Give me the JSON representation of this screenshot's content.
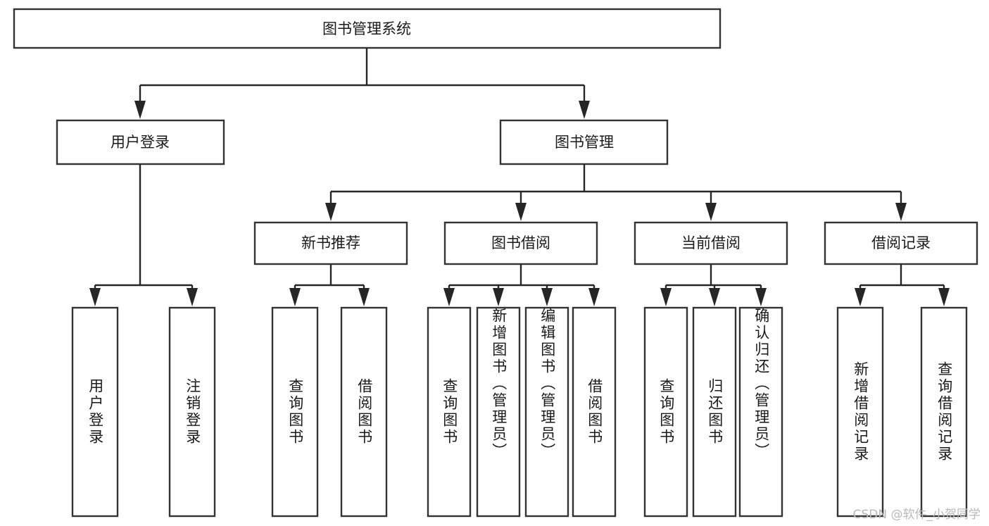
{
  "diagram": {
    "title_node": {
      "label": "图书管理系统"
    },
    "level2": [
      {
        "label": "用户登录"
      },
      {
        "label": "图书管理"
      }
    ],
    "level3": [
      {
        "label": "新书推荐"
      },
      {
        "label": "图书借阅"
      },
      {
        "label": "当前借阅"
      },
      {
        "label": "借阅记录"
      }
    ],
    "leaves": {
      "user_login": [
        {
          "label": "用户登录"
        },
        {
          "label": "注销登录"
        }
      ],
      "new_book_recommend": [
        {
          "label": "查询图书"
        },
        {
          "label": "借阅图书"
        }
      ],
      "book_borrow": [
        {
          "label": "查询图书"
        },
        {
          "label": "新增图书（管理员）"
        },
        {
          "label": "编辑图书（管理员）"
        },
        {
          "label": "借阅图书"
        }
      ],
      "current_borrow": [
        {
          "label": "查询图书"
        },
        {
          "label": "归还图书"
        },
        {
          "label": "确认归还（管理员）"
        }
      ],
      "borrow_record": [
        {
          "label": "新增借阅记录"
        },
        {
          "label": "查询借阅记录"
        }
      ]
    }
  },
  "watermark": {
    "text": "CSDN @软件_小贺同学"
  },
  "colors": {
    "box_stroke": "#333333",
    "connector": "#262626",
    "text": "#1a1a1a",
    "background": "#ffffff",
    "watermark": "#b9b9b9"
  }
}
